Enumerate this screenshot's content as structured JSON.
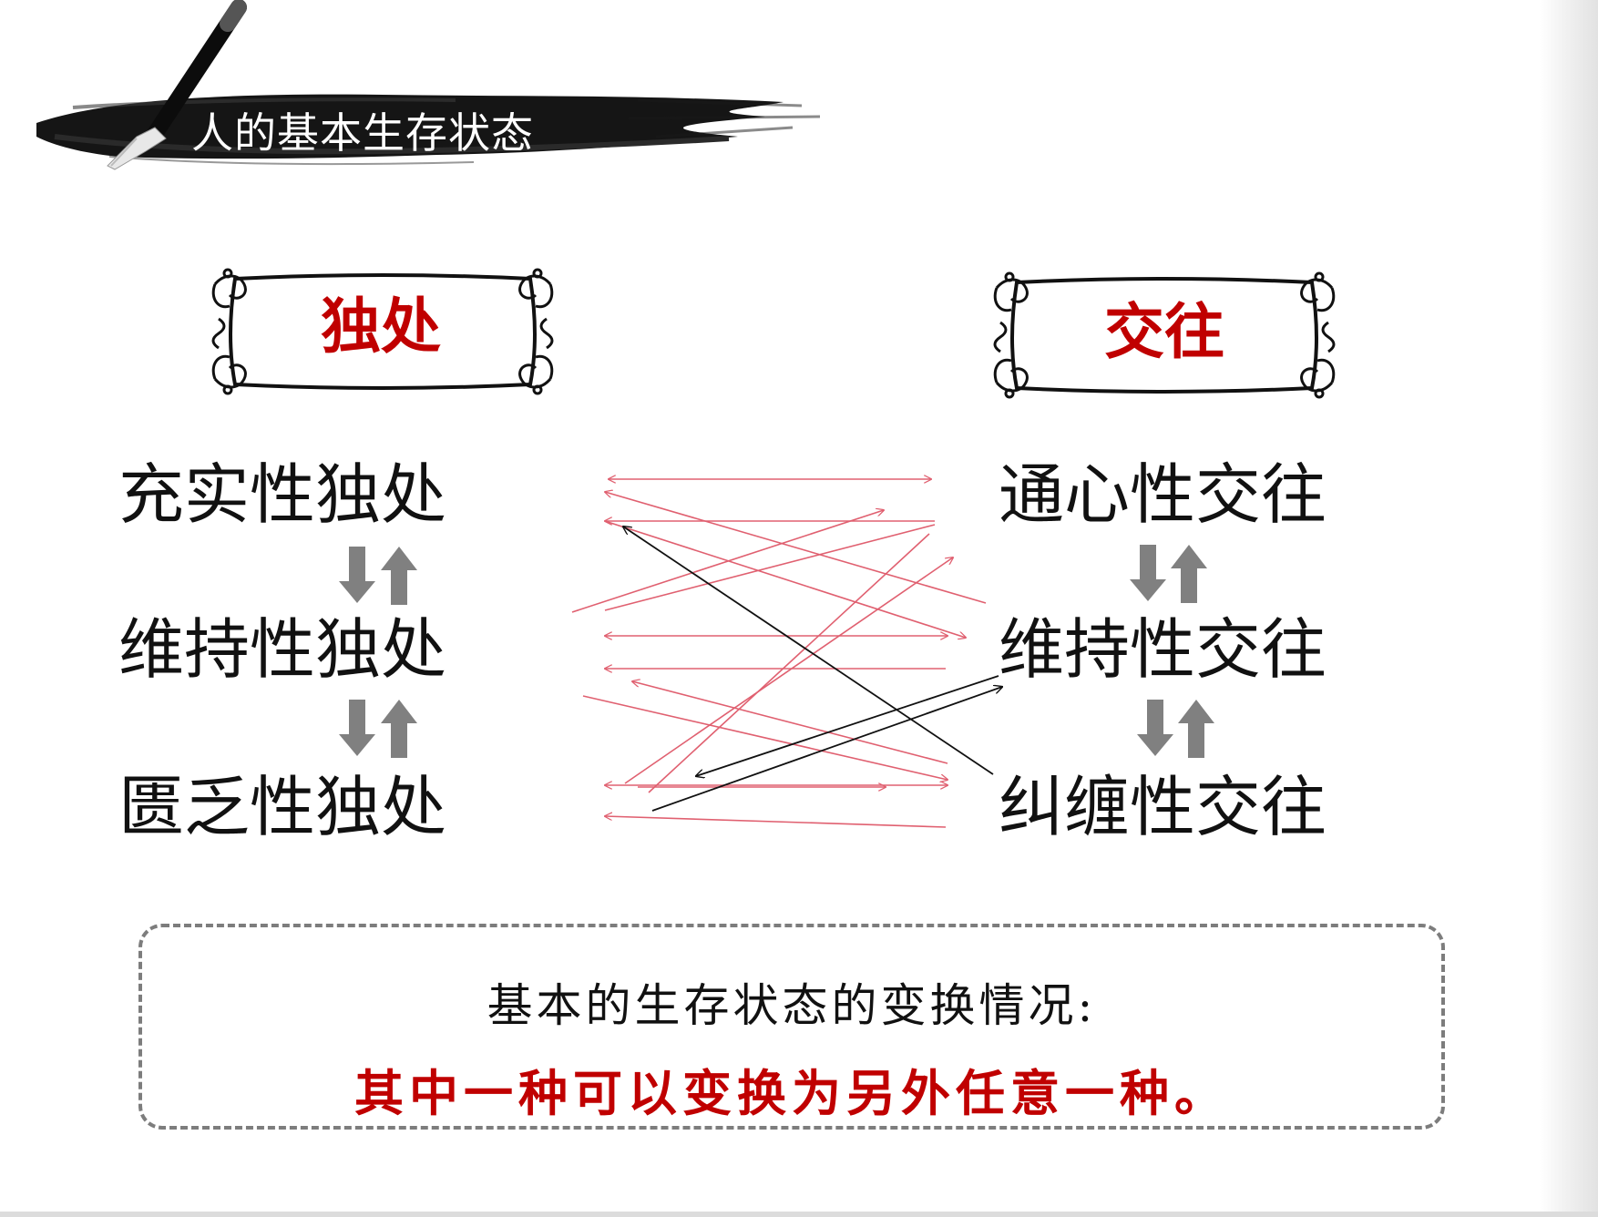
{
  "slide_title": "人的基本生存状态",
  "left": {
    "heading": "独处",
    "items": [
      "充实性独处",
      "维持性独处",
      "匮乏性独处"
    ]
  },
  "right": {
    "heading": "交往",
    "items": [
      "通心性交往",
      "维持性交往",
      "纠缠性交往"
    ]
  },
  "note": {
    "line1": "基本的生存状态的变换情况:",
    "line2": "其中一种可以变换为另外任意一种。"
  },
  "colors": {
    "accent": "#c00000",
    "cross_arrows": "#e06070",
    "vertical_arrows": "#808080",
    "text": "#111111"
  }
}
